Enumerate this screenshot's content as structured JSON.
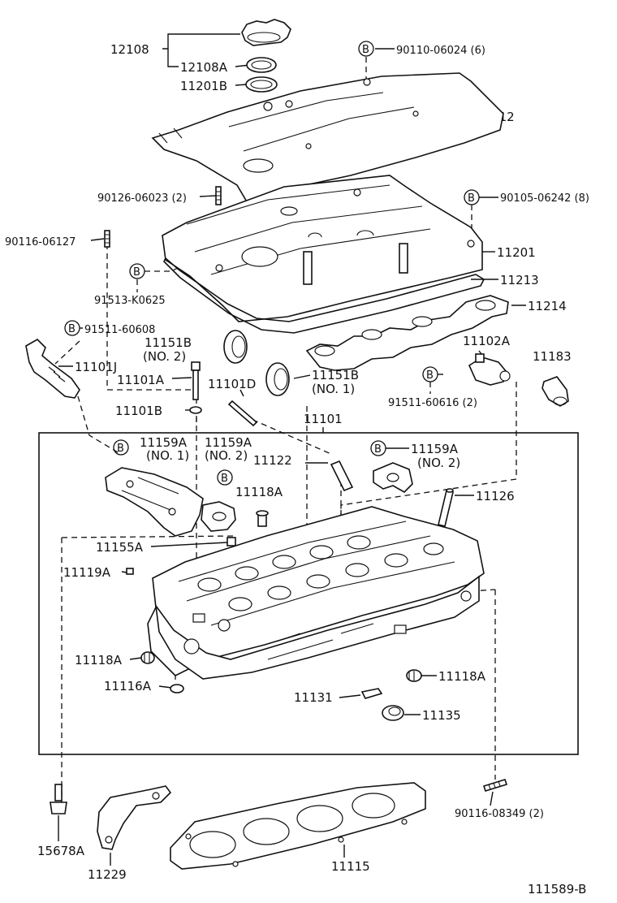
{
  "diagram_id": "111589-B",
  "badge_letter": "B",
  "labels": {
    "p12108": "12108",
    "p12108A": "12108A",
    "p11201B": "11201B",
    "p90110": "90110-06024 (6)",
    "p11212": "11212",
    "p90126": "90126-06023 (2)",
    "p90105": "90105-06242 (8)",
    "p90116_06127": "90116-06127",
    "p11201": "11201",
    "p91513": "91513-K0625",
    "p11213": "11213",
    "p11214": "11214",
    "p91511_60608": "91511-60608",
    "p11151B_2_a": "11151B",
    "p11151B_2_b": "(NO. 2)",
    "p11102A": "11102A",
    "p11183": "11183",
    "p11101J": "11101J",
    "p11101A": "11101A",
    "p11101D": "11101D",
    "p11151B_1_a": "11151B",
    "p11151B_1_b": "(NO. 1)",
    "p91511_60616": "91511-60616 (2)",
    "p11101B": "11101B",
    "p11101": "11101",
    "p11159A_1_a": "11159A",
    "p11159A_1_b": "(NO. 1)",
    "p11159A_2_a": "11159A",
    "p11159A_2_b": "(NO. 2)",
    "p11159A_3_a": "11159A",
    "p11159A_3_b": "(NO. 2)",
    "p11122": "11122",
    "p11118A_top": "11118A",
    "p11126": "11126",
    "p11155A": "11155A",
    "p11119A": "11119A",
    "p11118A_left": "11118A",
    "p11118A_right": "11118A",
    "p11116A": "11116A",
    "p11131": "11131",
    "p11135": "11135",
    "p90116_08349": "90116-08349 (2)",
    "p15678A": "15678A",
    "p11229": "11229",
    "p11115": "11115"
  }
}
